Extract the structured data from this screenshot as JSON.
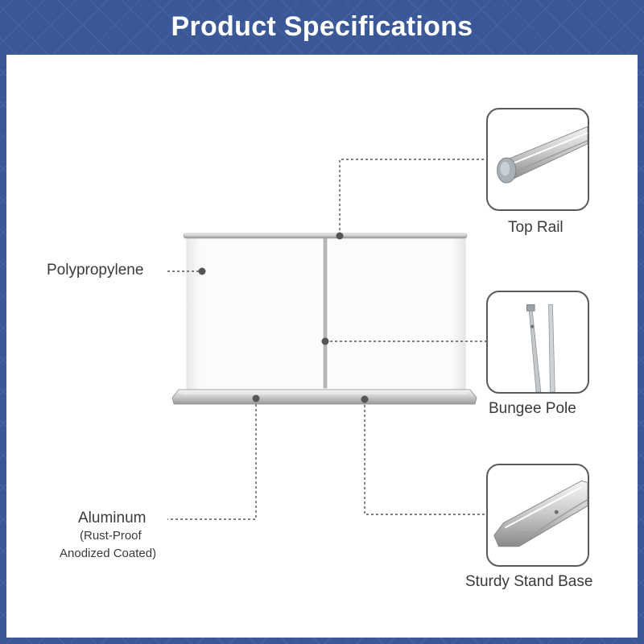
{
  "header": {
    "title": "Product Specifications"
  },
  "callouts": {
    "polypropylene": "Polypropylene",
    "aluminum": "Aluminum",
    "aluminum_note_line1": "(Rust-Proof",
    "aluminum_note_line2": "Anodized Coated)"
  },
  "details": [
    {
      "label": "Top Rail",
      "icon": "top-rail"
    },
    {
      "label": "Bungee Pole",
      "icon": "bungee-pole"
    },
    {
      "label": "Sturdy Stand Base",
      "icon": "stand-base"
    }
  ],
  "colors": {
    "frame": "#3a5897",
    "panel": "#ffffff",
    "text": "#3a3a3a",
    "leader": "#555555"
  }
}
